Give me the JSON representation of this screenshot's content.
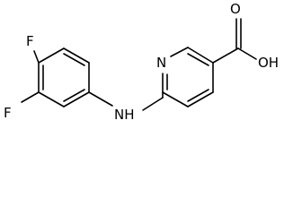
{
  "structure": {
    "colors": {
      "bond": "#000000",
      "label": "#000000",
      "background": "#ffffff"
    },
    "atoms": {
      "fluorine_top": "F",
      "fluorine_left": "F",
      "nh_group": "NH",
      "pyridine_n": "N",
      "carbonyl_o": "O",
      "hydroxyl": "OH"
    }
  }
}
